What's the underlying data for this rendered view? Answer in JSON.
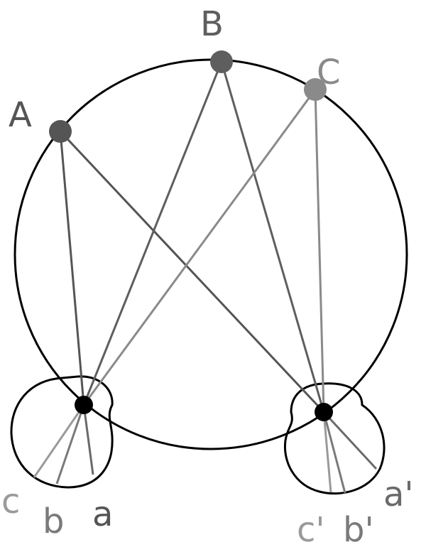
{
  "labels": {
    "A": "A",
    "B": "B",
    "C": "C",
    "a": "a",
    "b": "b",
    "c": "c",
    "a_prime": "a'",
    "b_prime": "b'",
    "c_prime": "c'"
  },
  "colors": {
    "A": "#555555",
    "B": "#5e5e5e",
    "C": "#8a8a8a",
    "outline": "#000000",
    "ray_a": "#6a6a6a",
    "ray_b": "#7a7a7a",
    "ray_c": "#9a9a9a"
  }
}
